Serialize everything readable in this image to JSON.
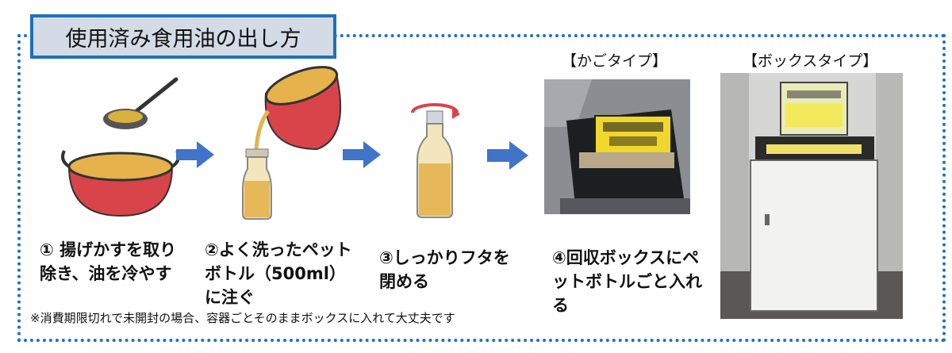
{
  "title": "使用済み食用油の出し方",
  "steps": [
    {
      "text": "① 揚げかすを取り除き、油を冷やす"
    },
    {
      "text": "②よく洗ったペットボトル（500ml）に注ぐ"
    },
    {
      "text": "③しっかりフタを閉める"
    },
    {
      "text": "④回収ボックスにペットボトルごと入れる"
    }
  ],
  "photos": {
    "basket_caption": "【かごタイプ】",
    "box_caption": "【ボックスタイプ】"
  },
  "note": "※消費期限切れで未開封の場合、容器ごとそのままボックスに入れて大丈夫です",
  "colors": {
    "frame": "#1f6fc1",
    "title_bg": "#d3dbe6",
    "arrow": "#3f74c9",
    "pan": "#d9434a",
    "oil": "#e6b24c"
  }
}
